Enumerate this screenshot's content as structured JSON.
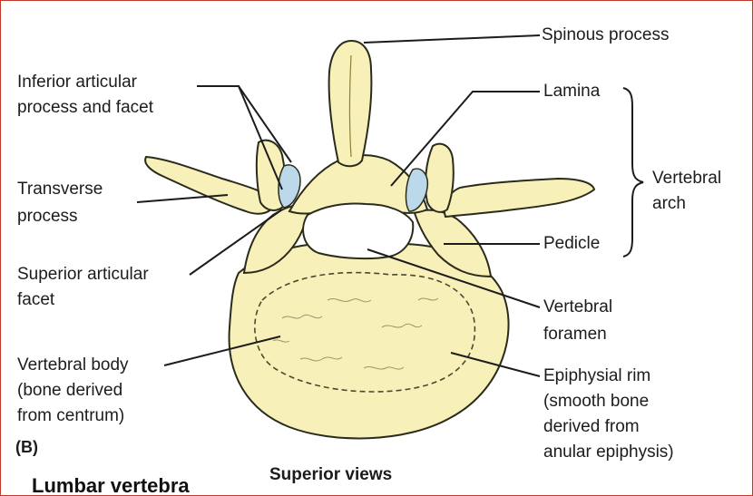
{
  "figure": {
    "panel_letter": "(B)",
    "view_title": "Superior views",
    "caption": "Lumbar vertebra",
    "colors": {
      "bone_fill": "#f7f0b9",
      "bone_shade": "#e9dc8a",
      "outline": "#2b2b1c",
      "cartilage": "#bcd9ec",
      "frame_border": "#c0392b"
    }
  },
  "labels": {
    "spinous_process": "Spinous process",
    "inferior_articular": [
      "Inferior articular",
      "process and facet"
    ],
    "lamina": "Lamina",
    "vertebral_arch": [
      "Vertebral",
      "arch"
    ],
    "transverse_process": [
      "Transverse",
      "process"
    ],
    "pedicle": "Pedicle",
    "superior_articular_facet": [
      "Superior articular",
      "facet"
    ],
    "vertebral_foramen": [
      "Vertebral",
      "foramen"
    ],
    "vertebral_body": [
      "Vertebral body",
      "(bone  derived",
      "from centrum)"
    ],
    "epiphysial_rim": [
      "Epiphysial rim",
      "(smooth bone",
      "derived from",
      "anular epiphysis)"
    ]
  }
}
